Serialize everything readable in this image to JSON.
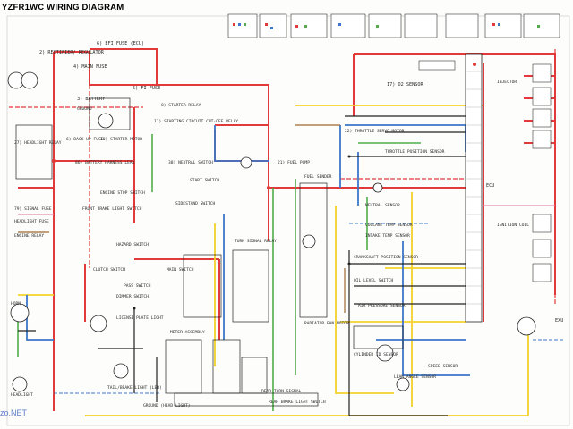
{
  "title": "YZFR1WC WIRING DIAGRAM",
  "watermark": "zo.NET",
  "colors": {
    "red": "#e23a3a",
    "yellow": "#f2d22a",
    "blue": "#3c76c9",
    "green": "#4fae4a",
    "brown": "#a0662e",
    "black": "#222222",
    "pink": "#e88bb0",
    "white": "#cfcfcf"
  },
  "labels": {
    "rectifier": "2) RECTIFIER/ REGULATOR",
    "efi_fuse": "6) EFI FUSE (ECU)",
    "main_fuse": "4) MAIN FUSE",
    "fi_fuse": "5) FI FUSE",
    "battery": "3) BATTERY",
    "ground": "GROUND",
    "starter_relay": "8) STARTER RELAY",
    "backup_fuse": "6) BACK UP FUSE",
    "starter_motor": "10) STARTER MOTOR",
    "starting_circuit": "11) STARTING CIRCUIT CUT-OFF RELAY",
    "o2_sensor": "17) O2 SENSOR",
    "headlight_relay": "27) HEADLIGHT RELAY",
    "battery_harness": "86) BATTERY HARNESS LEAD",
    "neutral_switch": "38) NEUTRAL SWITCH",
    "throttle_position": "THROTTLE POSITION SENSOR",
    "fuel_pump": "21) FUEL PUMP",
    "throttle_servo": "22) THROTTLE SERVO MOTOR",
    "ecu": "ECU",
    "signal_fuse": "79) SIGNAL FUSE",
    "headlight_fuse": "HEADLIGHT FUSE",
    "headlight_relay2": "HEADLIGHT RELAY",
    "engine_relay": "ENGINE RELAY",
    "front_brake": "FRONT BRAKE LIGHT SWITCH",
    "clutch_switch": "CLUTCH SWITCH",
    "side_stand": "SIDESTAND SWITCH",
    "neutral_sensor": "NEUTRAL SENSOR",
    "coolant_temp": "COOLANT TEMP SENSOR",
    "intake_temp": "INTAKE TEMP SENSOR",
    "crank_sensor": "CRANKSHAFT POSITION SENSOR",
    "speed_sensor": "SPEED SENSOR",
    "license_light": "LICENSE PLATE LIGHT",
    "tail_brake": "TAIL/BRAKE LIGHT (LED)",
    "rear_turn": "REAR TURN SIGNAL",
    "exup": "EXU",
    "horn": "HORN",
    "headlight": "HEADLIGHT",
    "ground_bottom": "GROUND (HEAD LIGHT)",
    "oil_level": "OIL LEVEL SWITCH",
    "lean_angle": "LEAN ANGLE SENSOR",
    "injector": "INJECTOR",
    "ignition_coil": "IGNITION COIL",
    "hazard": "HAZARD SWITCH",
    "pass_switch": "PASS SWITCH",
    "dimmer": "DIMMER SWITCH",
    "start_switch": "START SWITCH",
    "engine_stop": "ENGINE STOP SWITCH",
    "meter": "METER ASSEMBLY",
    "air_pressure": "AIR PRESSURE SENSOR",
    "cylinder_id": "CYLINDER ID SENSOR",
    "rear_brake": "REAR BRAKE LIGHT SWITCH",
    "fan_motor": "RADIATOR FAN MOTOR",
    "flasher": "TURN SIGNAL RELAY",
    "main_switch": "MAIN SWITCH",
    "fuel_sender": "FUEL SENDER"
  }
}
